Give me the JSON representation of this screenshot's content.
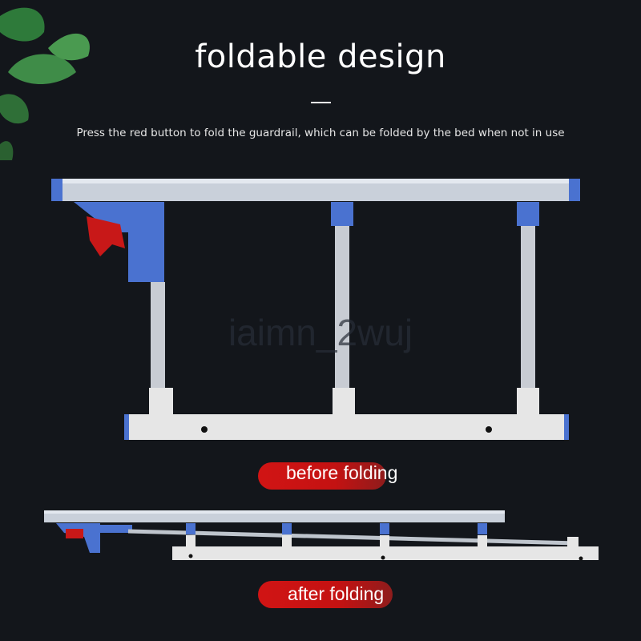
{
  "header": {
    "title": "foldable design",
    "description": "Press the red button to fold the guardrail, which can be folded by the bed when not in use"
  },
  "labels": {
    "before": "before folding",
    "after": "after folding"
  },
  "watermark": "iaimn_2wuj",
  "colors": {
    "background": "#13161b",
    "accent_red": "#d11414",
    "rail_silver": "#c9d0da",
    "bracket_blue": "#4a72d0",
    "base_white": "#e6e6e6"
  }
}
